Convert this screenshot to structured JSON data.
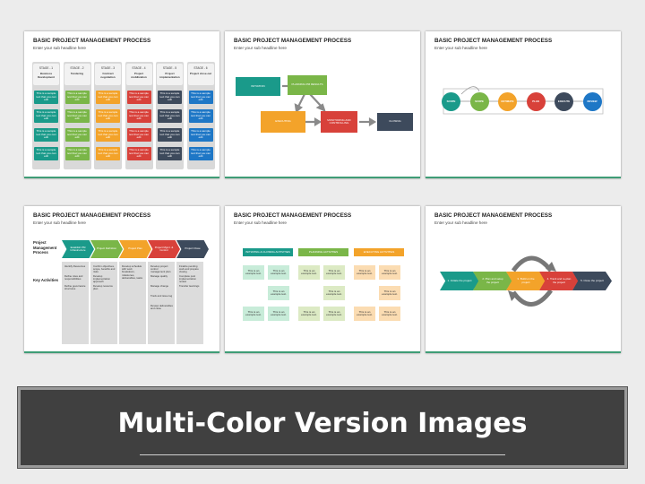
{
  "slide_title": "BASIC PROJECT MANAGEMENT PROCESS",
  "slide_subtitle": "Enter your sub headline here",
  "placeholder": "This is a sample text that you can edit",
  "example": "This is an example text.",
  "stages": [
    {
      "num": "STAGE - 1",
      "name": "Business Development",
      "color": "#1a9a8a"
    },
    {
      "num": "STAGE - 2",
      "name": "Tendering",
      "color": "#7ab648"
    },
    {
      "num": "STAGE - 3",
      "name": "Contract negotiation",
      "color": "#f3a32a"
    },
    {
      "num": "STAGE - 4",
      "name": "Project mobilization",
      "color": "#d8413a"
    },
    {
      "num": "STAGE - 5",
      "name": "Project implementation",
      "color": "#3d4a5c"
    },
    {
      "num": "STAGE - 6",
      "name": "Project close-out",
      "color": "#1e77c6"
    }
  ],
  "flow": {
    "initiation": "INITIATION",
    "planning": "PLANNING PM RESULTS",
    "executing": "EXECUTING",
    "monitoring": "MONITORING AND CONTROLLING",
    "closing": "CLOSING"
  },
  "cycle": [
    "SCOPE",
    "SCOPE",
    "ESTIMATE",
    "PLAN",
    "EXECUTE",
    "REVIEW"
  ],
  "activities": {
    "row_label_1": "Project Management Process",
    "row_label_2": "Key Activities",
    "chevrons": [
      "Establish PM Infrastructure",
      "Project Definition",
      "Project Plan",
      "Project Mgmt. & Control",
      "Project Close"
    ],
    "bullets": [
      [
        "Identify Resources",
        "Define roles and responsibilities",
        "Define governance structures"
      ],
      [
        "Confirm objectives, scope, benefits and risks",
        "Develop implementation approach",
        "Develop resource plan"
      ],
      [
        "Develop schedule with work breakdown, milestones, deliverables, tasks"
      ],
      [
        "Develop project control management plan",
        "Manage quality",
        "Manage change",
        "Track and issue log",
        "Review deliverables and close"
      ],
      [
        "Finalize pending work and prepare closing",
        "Complete post implementation review",
        "Transfer learnings"
      ]
    ]
  },
  "columns": {
    "headers": [
      "INITIATING & CLOSING ACTIVITIES",
      "PLANNING ACTIVITIES",
      "EXECUTING ACTIVITIES"
    ]
  },
  "steps": [
    "1. Initiate the project",
    "2. Plan and setup the project",
    "3. Build on the project",
    "4. Track and re-plan the project",
    "5. Close the project"
  ],
  "banner": {
    "title": "Multi-Color Version Images"
  }
}
